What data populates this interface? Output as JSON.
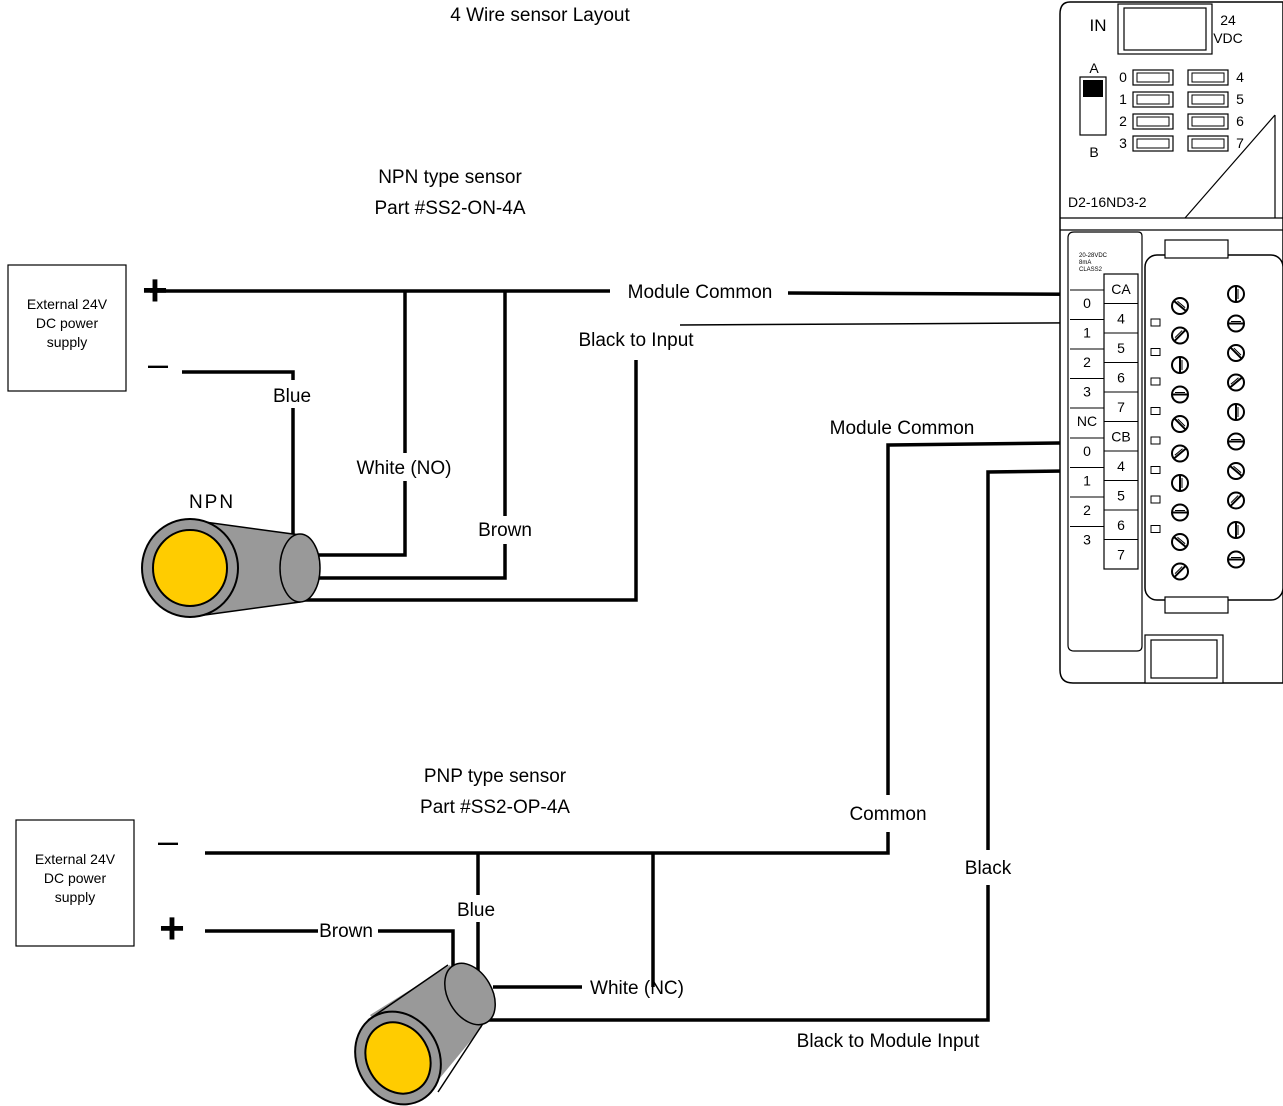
{
  "title": "4 Wire sensor Layout",
  "npn": {
    "heading": "NPN type sensor",
    "part": "Part #SS2-ON-4A",
    "supply_line1": "External 24V",
    "supply_line2": "DC power",
    "supply_line3": "supply",
    "plus": "+",
    "minus": "–",
    "sensor_label": "NPN",
    "wire_blue": "Blue",
    "wire_white": "White (NO)",
    "wire_brown": "Brown",
    "module_common": "Module Common",
    "black_to_input": "Black to Input"
  },
  "pnp": {
    "heading": "PNP type sensor",
    "part": "Part #SS2-OP-4A",
    "supply_line1": "External 24V",
    "supply_line2": "DC power",
    "supply_line3": "supply",
    "plus": "+",
    "minus": "–",
    "wire_brown": "Brown",
    "wire_blue": "Blue",
    "wire_white": "White (NC)",
    "module_common": "Module Common",
    "common": "Common",
    "black": "Black",
    "black_to_module_input": "Black to Module Input"
  },
  "module": {
    "in_label": "IN",
    "vdc_24": "24",
    "vdc_unit": "VDC",
    "switch_a": "A",
    "switch_b": "B",
    "led_left": [
      "0",
      "1",
      "2",
      "3"
    ],
    "led_right": [
      "4",
      "5",
      "6",
      "7"
    ],
    "model": "D2-16ND3-2",
    "rating_line1": "20-28VDC",
    "rating_line2": "8mA",
    "rating_line3": "CLASS2",
    "terminals_upper": [
      "CA",
      "4",
      "5",
      "6",
      "7"
    ],
    "terminals_lower": [
      "CB",
      "4",
      "5",
      "6",
      "7"
    ],
    "side_upper": [
      "0",
      "1",
      "2",
      "3",
      "NC"
    ],
    "side_lower": [
      "0",
      "1",
      "2",
      "3"
    ]
  },
  "colors": {
    "sensor_body": "#999999",
    "sensor_face": "#FFCC00",
    "wire": "#000000"
  }
}
